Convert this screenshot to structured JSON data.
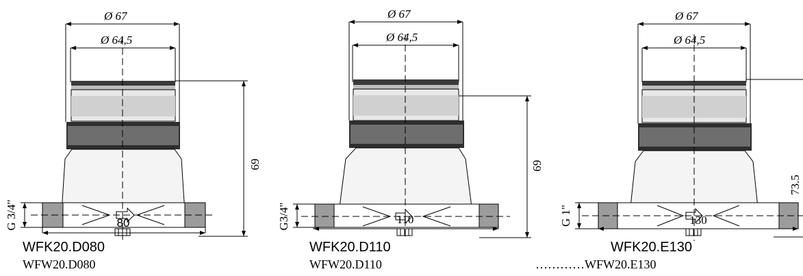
{
  "meters": [
    {
      "dia_outer": "Ø 67",
      "dia_inner": "Ø 64,5",
      "height": "69",
      "thread": "G 3/4\"",
      "length": "80",
      "model_primary": "WFK20.D080",
      "model_secondary": "WFW20.D080"
    },
    {
      "dia_outer": "Ø 67",
      "dia_inner": "Ø 64,5",
      "height": "69",
      "thread": "G3/4\"",
      "length": "110",
      "model_primary": "WFK20.D110",
      "model_secondary": "WFW20.D110"
    },
    {
      "dia_outer": "Ø 67",
      "dia_inner": "Ø 64,5",
      "height": "73.5",
      "thread": "G 1\"",
      "length": "130",
      "model_primary": "WFK20.E130",
      "model_secondary": "…………WFW20.E130"
    }
  ],
  "colors": {
    "line": "#000000",
    "body_dark": "#2e2e2e",
    "body_mid": "#8a8a8a",
    "body_light": "#d8d8d8"
  }
}
